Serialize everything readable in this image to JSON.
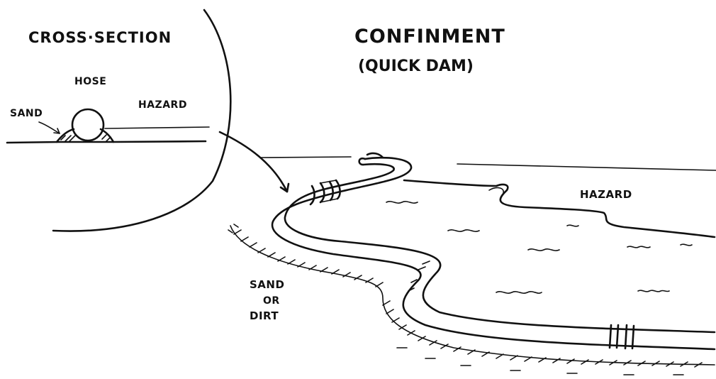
{
  "labels": {
    "cross_section": "CROSS·SECTION",
    "title_line1": "CONFINMENT",
    "title_line2": "(QUICK DAM)",
    "hose": "HOSE",
    "hazard_inset": "HAZARD",
    "sand_inset": "SAND",
    "hazard_main": "HAZARD",
    "sand_or_dirt_line1": "SAND",
    "sand_or_dirt_line2": "OR",
    "sand_or_dirt_line3": "DIRT"
  }
}
